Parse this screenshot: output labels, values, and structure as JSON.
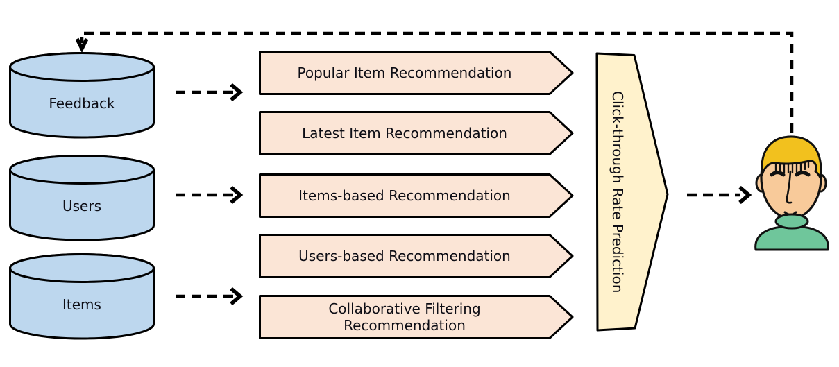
{
  "diagram": {
    "databases": [
      {
        "label": "Feedback"
      },
      {
        "label": "Users"
      },
      {
        "label": "Items"
      }
    ],
    "strategies": [
      {
        "label": "Popular Item Recommendation"
      },
      {
        "label": "Latest Item Recommendation"
      },
      {
        "label": "Items-based Recommendation"
      },
      {
        "label": "Users-based Recommendation"
      },
      {
        "label": "Collaborative Filtering Recommendation"
      }
    ],
    "prediction": {
      "label": "Click-through Rate Prediction"
    },
    "user": {
      "icon": "user-face-icon"
    },
    "connectors": [
      {
        "from": "Feedback",
        "to": "strategies",
        "style": "dashed-arrow"
      },
      {
        "from": "Users",
        "to": "strategies",
        "style": "dashed-arrow"
      },
      {
        "from": "Items",
        "to": "strategies",
        "style": "dashed-arrow"
      },
      {
        "from": "Click-through Rate Prediction",
        "to": "User",
        "style": "dashed-arrow"
      },
      {
        "from": "User",
        "to": "Feedback",
        "style": "dashed-feedback-loop"
      }
    ],
    "colors": {
      "background": "#FFFFFF",
      "database_fill": "#BDD7EE",
      "strategy_fill": "#FBE5D6",
      "prediction_fill": "#FFF2CC",
      "outline": "#000000",
      "text": "#0D0D15",
      "hair": "#F2C11E",
      "skin": "#F8CA9A",
      "shirt": "#6FC69B"
    }
  }
}
